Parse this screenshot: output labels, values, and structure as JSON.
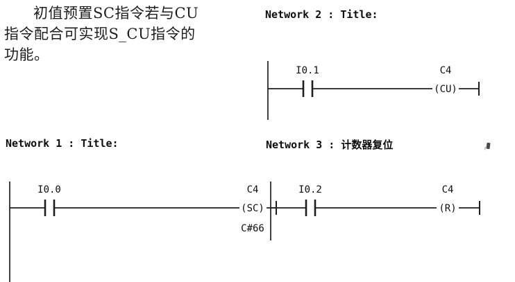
{
  "description": {
    "lines": [
      "初值预置SC指令若与CU",
      "指令配合可实现S_CU指令的",
      "功能。"
    ]
  },
  "networks": [
    {
      "number": "1",
      "title": "Network 1 : Title:",
      "contact_label": "I0.0",
      "coil_label": "C4",
      "coil_symbol": "(SC)",
      "preset_value": "C#66"
    },
    {
      "number": "2",
      "title": "Network 2 : Title:",
      "contact_label": "I0.1",
      "coil_label": "C4",
      "coil_symbol": "(CU)"
    },
    {
      "number": "3",
      "title": "Network 3 : 计数器复位",
      "contact_label": "I0.2",
      "coil_label": "C4",
      "coil_symbol": "(R)"
    }
  ],
  "colors": {
    "background": "#ffffff",
    "wire": "#1e1e1e",
    "text": "#0d0d0d"
  }
}
